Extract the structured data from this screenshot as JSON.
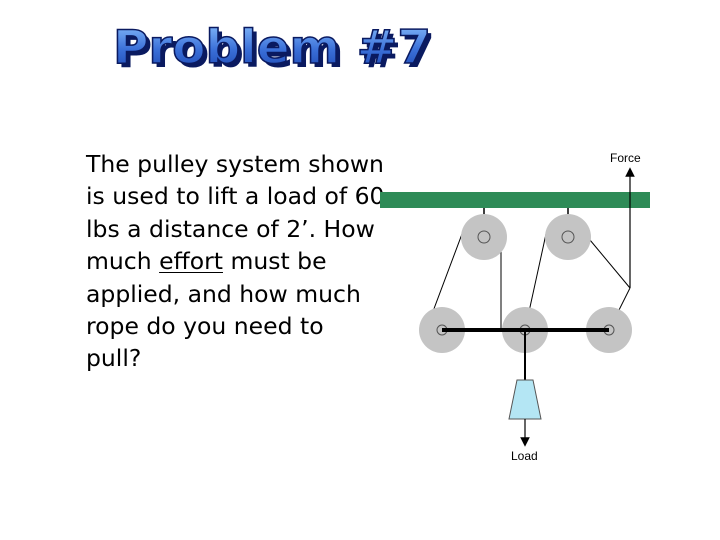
{
  "title": "Problem #7",
  "problem": {
    "before_effort": "The pulley system shown is used to lift a load of 60 lbs a distance of 2’. How much ",
    "effort_word": "effort",
    "after_effort": " must be applied, and how much rope do you need to pull?"
  },
  "diagram": {
    "force_label": "Force",
    "load_label": "Load",
    "colors": {
      "ceiling": "#2e8b57",
      "pulley": "#c4c4c4",
      "load": "#b4e6f4",
      "title_fill": "#3a6fd8",
      "title_shadow": "#0a1a60"
    }
  }
}
